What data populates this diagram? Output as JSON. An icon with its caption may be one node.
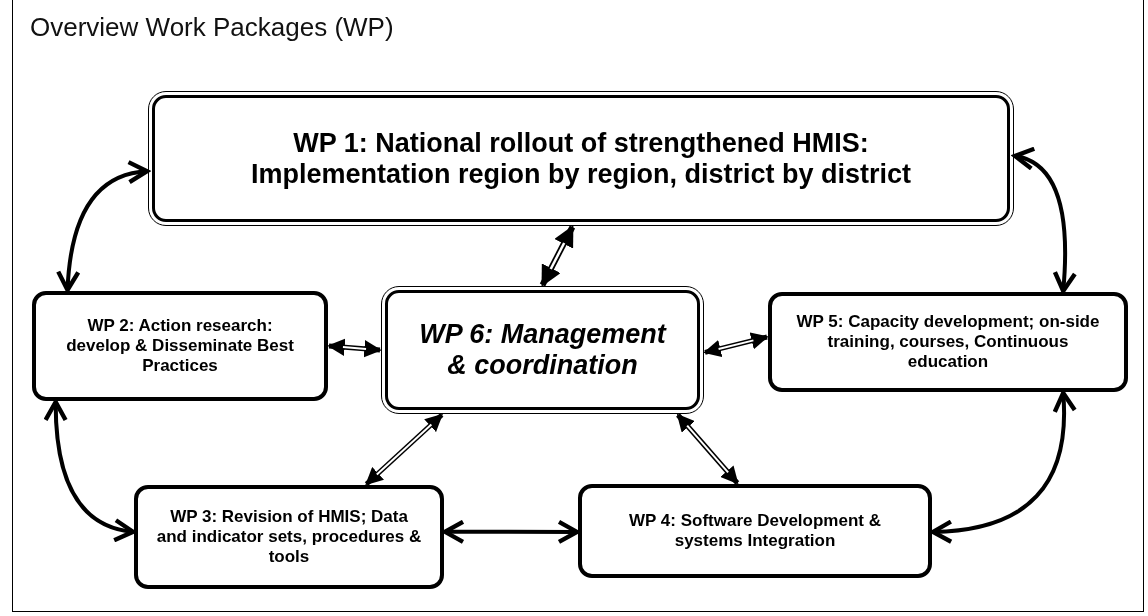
{
  "diagram": {
    "title": "Overview Work Packages (WP)",
    "nodes": [
      {
        "text": [
          "WP 1: National rollout of strengthened HMIS: Implementation region by region, district by district"
        ]
      },
      {
        "text": [
          "WP 2: Action research: develop & Disseminate Best Practices"
        ]
      },
      {
        "text": [
          "WP 6: Management & coordination"
        ]
      },
      {
        "text": [
          "WP 5: Capacity development; on-side training, courses, Continuous education"
        ]
      },
      {
        "text": [
          "WP 3: Revision of HMIS; Data and indicator sets, procedures & tools"
        ]
      },
      {
        "text": [
          "WP 4: Software Development & systems Integration"
        ]
      }
    ],
    "edges": [
      {
        "from": 1,
        "to": 0,
        "arrow": "both"
      },
      {
        "from": 0,
        "to": 3,
        "arrow": "both"
      },
      {
        "from": 0,
        "to": 2,
        "arrow": "both"
      },
      {
        "from": 1,
        "to": 2,
        "arrow": "both"
      },
      {
        "from": 2,
        "to": 3,
        "arrow": "both"
      },
      {
        "from": 2,
        "to": 4,
        "arrow": "both"
      },
      {
        "from": 2,
        "to": 5,
        "arrow": "both"
      },
      {
        "from": 1,
        "to": 4,
        "arrow": "both"
      },
      {
        "from": 4,
        "to": 5,
        "arrow": "both"
      },
      {
        "from": 3,
        "to": 5,
        "arrow": "both"
      }
    ]
  }
}
